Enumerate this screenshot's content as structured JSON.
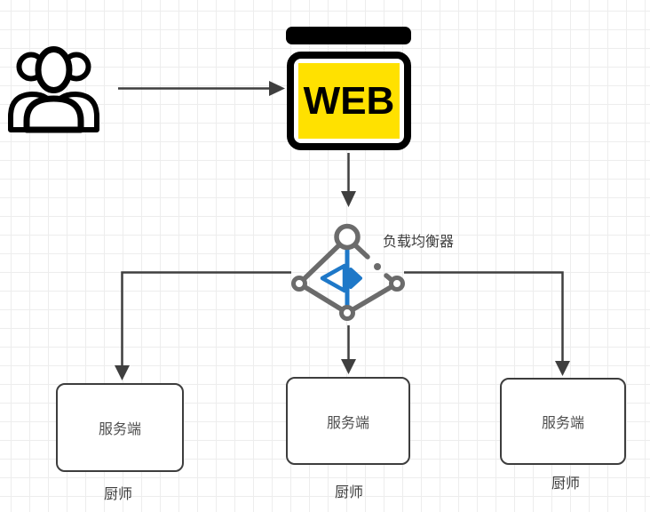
{
  "diagram": {
    "type": "flow-diagram",
    "nodes": {
      "users": {
        "icon": "users-group-icon"
      },
      "web": {
        "label": "WEB"
      },
      "load_balancer": {
        "label": "负载均衡器",
        "icon": "load-balancer-icon"
      },
      "servers": [
        {
          "label": "服务端",
          "caption": "厨师"
        },
        {
          "label": "服务端",
          "caption": "厨师"
        },
        {
          "label": "服务端",
          "caption": "厨师"
        }
      ]
    },
    "edges": [
      {
        "from": "users",
        "to": "web"
      },
      {
        "from": "web",
        "to": "load-balancer"
      },
      {
        "from": "load-balancer",
        "to": "server-1"
      },
      {
        "from": "load-balancer",
        "to": "server-2"
      },
      {
        "from": "load-balancer",
        "to": "server-3"
      }
    ],
    "colors": {
      "web_yellow": "#ffe100",
      "node_black": "#000000",
      "lb_gray": "#6b6b6b",
      "lb_blue": "#1e78c8",
      "edge_dark": "#3f3f3f",
      "box_border": "#3d3d3d",
      "grid": "#ededed"
    }
  }
}
